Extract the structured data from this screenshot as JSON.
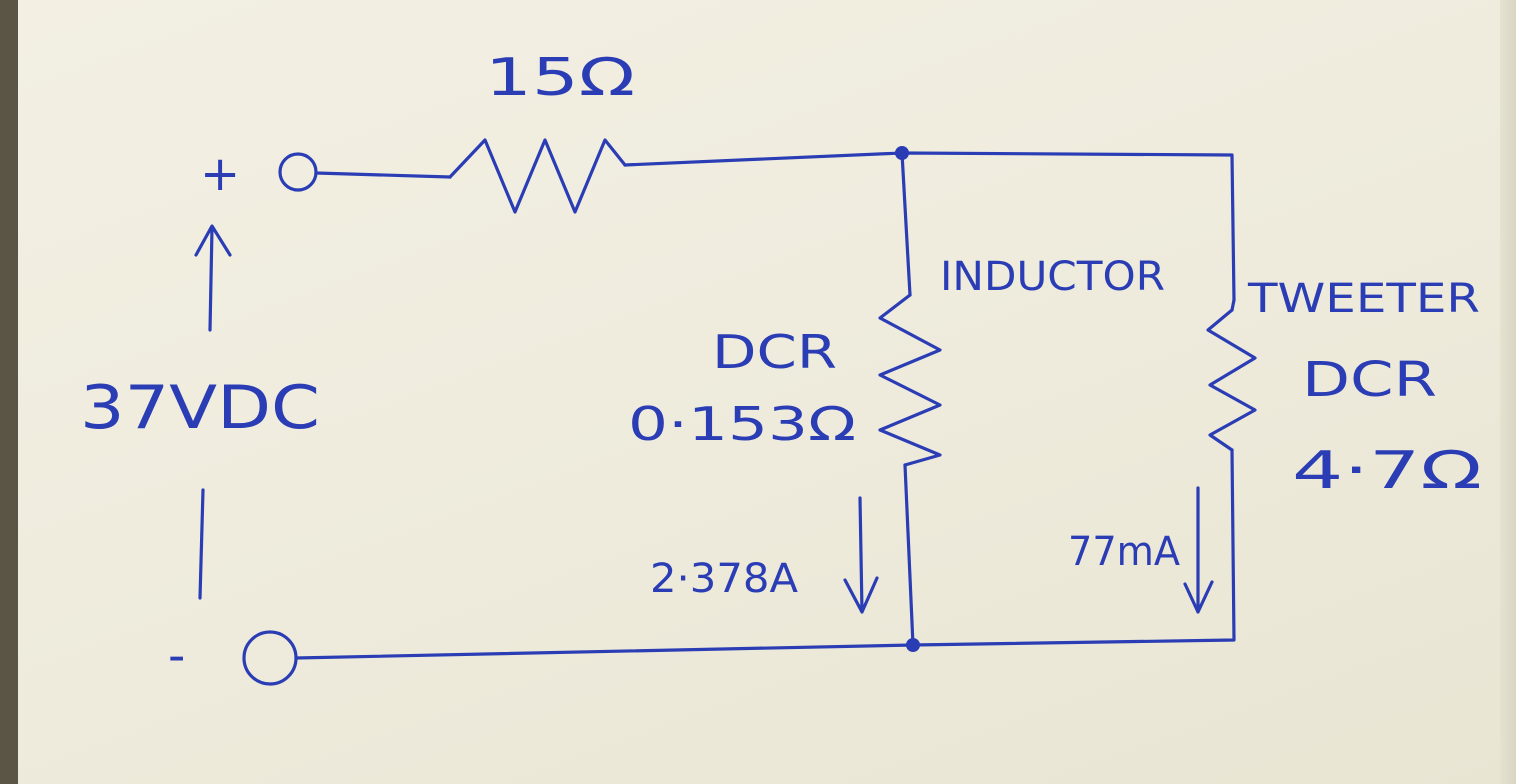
{
  "supply": {
    "voltage_label": "37VDC",
    "plus_label": "+",
    "minus_label": "-"
  },
  "series_resistor": {
    "value_label": "15Ω"
  },
  "inductor": {
    "name_label": "INDUCTOR",
    "dcr_label": "DCR",
    "value_label": "0·153Ω",
    "current_label": "2·378A"
  },
  "tweeter": {
    "name_label": "TWEETER",
    "dcr_label": "DCR",
    "value_label": "4·7Ω",
    "current_label": "77mA"
  },
  "colors": {
    "ink": "#2b3db5",
    "paper": "#f0ede0"
  }
}
